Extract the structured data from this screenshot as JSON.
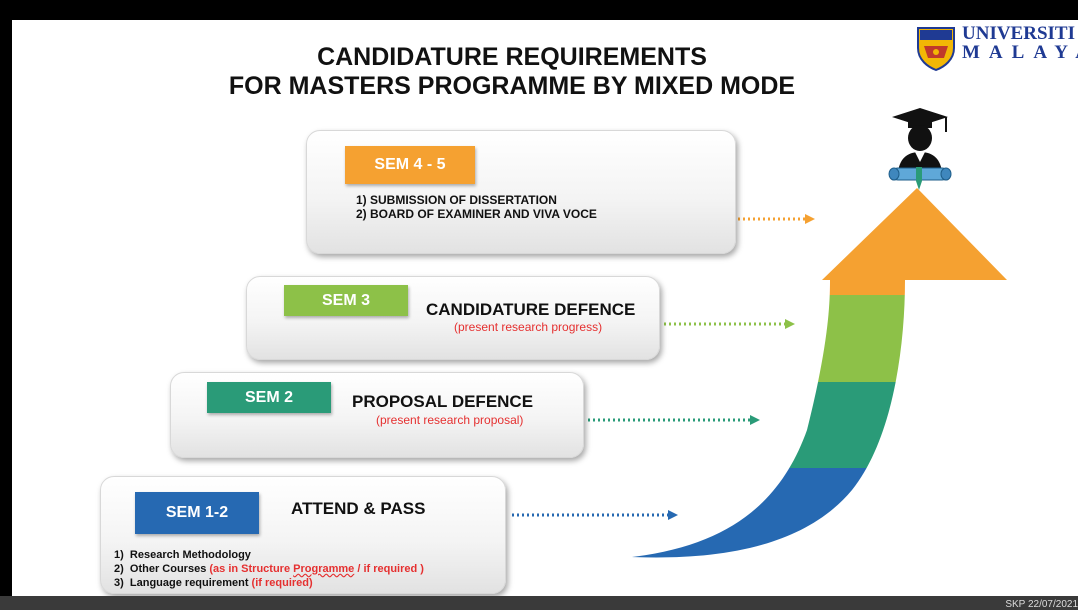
{
  "title": {
    "line1": "CANDIDATURE REQUIREMENTS",
    "line2": "FOR MASTERS PROGRAMME BY MIXED MODE"
  },
  "logo": {
    "line1": "UNIVERSITI",
    "line2": "MALAYA"
  },
  "colors": {
    "sem45": "#f5a131",
    "sem3": "#8dc148",
    "sem2": "#2a9b78",
    "sem12": "#2669b2",
    "red_note": "#e53030"
  },
  "steps": {
    "sem45": {
      "tab": "SEM 4 - 5",
      "items": [
        "1) SUBMISSION OF DISSERTATION",
        "2) BOARD OF EXAMINER AND VIVA VOCE"
      ]
    },
    "sem3": {
      "tab": "SEM 3",
      "heading": "CANDIDATURE DEFENCE",
      "note": "(present research progress)"
    },
    "sem2": {
      "tab": "SEM 2",
      "heading": "PROPOSAL DEFENCE",
      "note": "(present research proposal)"
    },
    "sem12": {
      "tab": "SEM 1-2",
      "heading": "ATTEND & PASS",
      "items": [
        {
          "num": "1)",
          "text": "Research Methodology",
          "note": ""
        },
        {
          "num": "2)",
          "text": "Other Courses",
          "note_pre": "(as in Structure ",
          "note_wavy": "Programme",
          "note_post": " / if required )"
        },
        {
          "num": "3)",
          "text": "Language requirement",
          "note": "(if required)"
        }
      ]
    }
  },
  "footer": "SKP 22/07/2021",
  "icons": {
    "graduate": "graduate-icon",
    "crest": "university-crest-icon",
    "arrow": "growth-arrow-icon"
  }
}
